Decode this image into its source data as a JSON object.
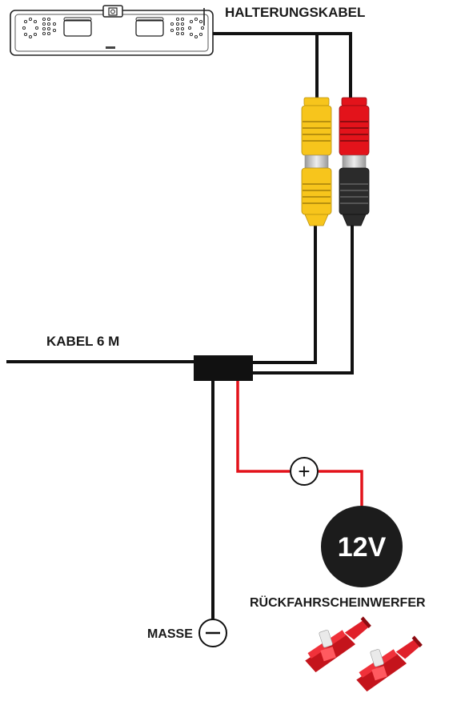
{
  "labels": {
    "mount_cable": "HALTERUNGSKABEL",
    "cable_6m": "KABEL 6 M",
    "voltage": "12V",
    "reverse_light": "RÜCKFAHRSCHEINWERFER",
    "ground": "MASSE"
  },
  "symbols": {
    "plus": "+",
    "minus": "−"
  },
  "colors": {
    "wire_black": "#111111",
    "wire_red": "#e3131b",
    "plug_yellow": "#f7c51c",
    "plug_red": "#e3131b",
    "plug_black": "#2b2b2b",
    "source_fill": "#1c1c1c",
    "splice_red": "#e01b24"
  },
  "icons": [
    "license-plate-camera-icon",
    "rca-yellow-connector-icon",
    "rca-red-black-connector-icon",
    "junction-box-icon",
    "plus-symbol-icon",
    "minus-symbol-icon",
    "power-source-icon",
    "splice-connector-icon"
  ]
}
